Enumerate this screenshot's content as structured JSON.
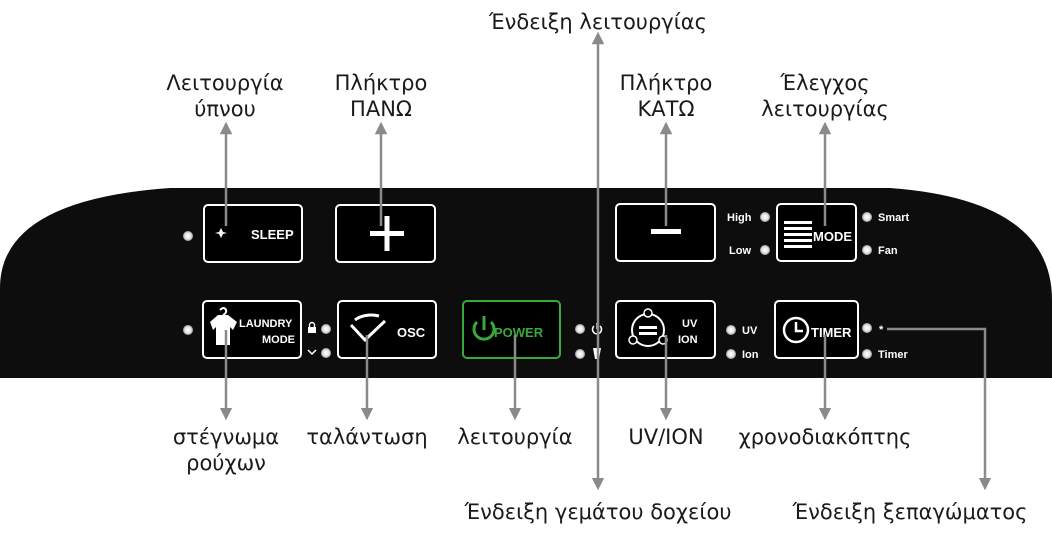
{
  "annotations": {
    "sleep_function": [
      "Λειτουργία",
      "ύπνου"
    ],
    "up_key": [
      "Πλήκτρο",
      "ΠΑΝΩ"
    ],
    "operation_indicator": "Ένδειξη λειτουργίας",
    "down_key": [
      "Πλήκτρο",
      "ΚΑΤΩ"
    ],
    "mode_control": [
      "Έλεγχος",
      "λειτουργίας"
    ],
    "laundry_drying": [
      "στέγνωμα",
      "ρούχων"
    ],
    "oscillation": "ταλάντωση",
    "power_function": "λειτουργία",
    "uv_ion": "UV/ION",
    "timer": "χρονοδιακόπτης",
    "tank_full_indicator": "Ένδειξη γεμάτου δοχείου",
    "defrost_indicator": "Ένδειξη ξεπαγώματος"
  },
  "buttons": {
    "sleep": "SLEEP",
    "laundry_line1": "LAUNDRY",
    "laundry_line2": "MODE",
    "osc": "OSC",
    "power": "POWER",
    "uv": "UV",
    "ion": "ION",
    "mode": "MODE",
    "timer": "TIMER"
  },
  "indicator_labels": {
    "high": "High",
    "low": "Low",
    "smart": "Smart",
    "fan": "Fan",
    "uv": "UV",
    "ion": "Ion",
    "defrost": "*",
    "timer": "Timer"
  },
  "colors": {
    "panel": "#0d0d0d",
    "power_accent": "#3aa83a",
    "leader_line": "#8a8a8a"
  }
}
